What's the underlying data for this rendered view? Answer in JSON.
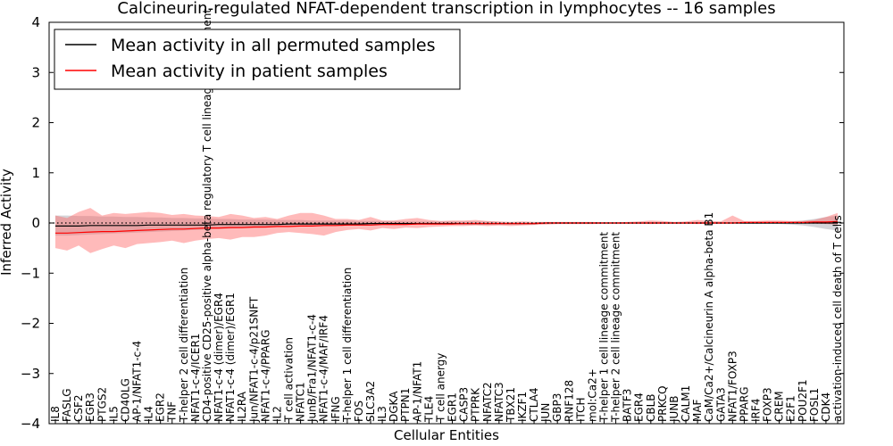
{
  "chart_data": {
    "type": "line",
    "title": "Calcineurin-regulated NFAT-dependent transcription in lymphocytes -- 16 samples",
    "xlabel": "Cellular Entities",
    "ylabel": "Inferred Activity",
    "ylim": [
      -4,
      4
    ],
    "yticks": [
      "−4",
      "−3",
      "−2",
      "−1",
      "0",
      "1",
      "2",
      "3",
      "4"
    ],
    "grid": false,
    "legend_position": "top-left",
    "colors": {
      "permuted": "#000000",
      "patient": "#ff0000",
      "band_patient": "#ff6666",
      "band_permuted": "#a0a0a8"
    },
    "categories": [
      "IL8",
      "FASLG",
      "CSF2",
      "EGR3",
      "PTGS2",
      "IL5",
      "CD40LG",
      "AP-1/NFAT1-c-4",
      "IL4",
      "EGR2",
      "TNF",
      "T-helper 2 cell differentiation",
      "NFAT1-c-4/ICER1",
      "CD4-positive CD25-positive alpha-beta regulatory T cell lineage commitment",
      "NFAT1-c-4 (dimer)/EGR4",
      "NFAT1-c-4 (dimer)/EGR1",
      "IL2RA",
      "Jun/NFAT1-c-4/p21SNFT",
      "NFAT1-c-4/PPARG",
      "IL2",
      "T cell activation",
      "NFATC1",
      "JunB/Fra1/NFAT1-c-4",
      "NFAT1-c-4/MAF/IRF4",
      "IFNG",
      "T-helper 1 cell differentiation",
      "FOS",
      "SLC3A2",
      "IL3",
      "DGKA",
      "PTPN1",
      "AP-1/NFAT1",
      "TLE4",
      "T cell anergy",
      "EGR1",
      "CASP3",
      "PTPRK",
      "NFATC2",
      "NFATC3",
      "TBX21",
      "IKZF1",
      "CTLA4",
      "JUN",
      "GBP3",
      "RNF128",
      "ITCH",
      "mol:Ca2+",
      "T-helper 1 cell lineage commitment",
      "T-helper 2 cell lineage commitment",
      "BATF3",
      "EGR4",
      "CBLB",
      "PRKCQ",
      "JUNB",
      "CALM1",
      "MAF",
      "CaM/Ca2+/Calcineurin A alpha-beta B1",
      "GATA3",
      "NFAT1/FOXP3",
      "PPARG",
      "IRF4",
      "FOXP3",
      "CREM",
      "E2F1",
      "POU2F1",
      "FOSL1",
      "CDK4",
      "activation-induced cell death of T cells"
    ],
    "series": [
      {
        "name": "Mean activity in all permuted samples",
        "values": [
          -0.06,
          -0.06,
          -0.06,
          -0.05,
          -0.05,
          -0.05,
          -0.05,
          -0.05,
          -0.04,
          -0.04,
          -0.04,
          -0.04,
          -0.04,
          -0.04,
          -0.03,
          -0.03,
          -0.03,
          -0.03,
          -0.03,
          -0.03,
          -0.02,
          -0.02,
          -0.02,
          -0.02,
          -0.02,
          -0.02,
          -0.02,
          -0.01,
          -0.01,
          -0.01,
          -0.01,
          -0.01,
          -0.01,
          -0.01,
          -0.01,
          -0.01,
          -0.01,
          -0.01,
          -0.01,
          -0.01,
          -0.01,
          -0.01,
          0.0,
          0.0,
          0.0,
          0.0,
          0.0,
          0.0,
          0.0,
          0.0,
          0.0,
          0.0,
          0.0,
          0.0,
          0.0,
          0.0,
          0.0,
          0.0,
          0.0,
          0.0,
          0.0,
          0.0,
          0.0,
          0.0,
          0.0,
          0.0,
          0.0,
          0.0
        ],
        "lower": [
          -0.25,
          -0.25,
          -0.24,
          -0.23,
          -0.22,
          -0.21,
          -0.2,
          -0.19,
          -0.18,
          -0.17,
          -0.16,
          -0.15,
          -0.14,
          -0.13,
          -0.12,
          -0.11,
          -0.1,
          -0.1,
          -0.09,
          -0.08,
          -0.07,
          -0.07,
          -0.06,
          -0.06,
          -0.05,
          -0.05,
          -0.05,
          -0.04,
          -0.04,
          -0.04,
          -0.04,
          -0.03,
          -0.03,
          -0.03,
          -0.03,
          -0.03,
          -0.03,
          -0.03,
          -0.02,
          -0.02,
          -0.02,
          -0.02,
          -0.02,
          -0.02,
          -0.02,
          -0.02,
          -0.02,
          -0.02,
          -0.02,
          -0.02,
          -0.02,
          -0.02,
          -0.02,
          -0.02,
          -0.02,
          -0.02,
          -0.02,
          -0.02,
          -0.02,
          -0.02,
          -0.02,
          -0.02,
          -0.02,
          -0.03,
          -0.05,
          -0.08,
          -0.12,
          -0.15
        ],
        "upper": [
          0.15,
          0.15,
          0.14,
          0.14,
          0.13,
          0.13,
          0.12,
          0.12,
          0.11,
          0.11,
          0.1,
          0.1,
          0.09,
          0.09,
          0.08,
          0.08,
          0.07,
          0.07,
          0.07,
          0.06,
          0.06,
          0.06,
          0.05,
          0.05,
          0.05,
          0.05,
          0.04,
          0.04,
          0.04,
          0.04,
          0.03,
          0.03,
          0.03,
          0.03,
          0.03,
          0.03,
          0.03,
          0.03,
          0.02,
          0.02,
          0.02,
          0.02,
          0.02,
          0.02,
          0.02,
          0.02,
          0.02,
          0.02,
          0.02,
          0.02,
          0.02,
          0.02,
          0.02,
          0.02,
          0.02,
          0.02,
          0.02,
          0.02,
          0.02,
          0.02,
          0.02,
          0.02,
          0.02,
          0.03,
          0.05,
          0.08,
          0.12,
          0.15
        ]
      },
      {
        "name": "Mean activity in patient samples",
        "values": [
          -0.2,
          -0.2,
          -0.19,
          -0.18,
          -0.17,
          -0.17,
          -0.16,
          -0.15,
          -0.14,
          -0.13,
          -0.12,
          -0.12,
          -0.11,
          -0.1,
          -0.1,
          -0.09,
          -0.09,
          -0.08,
          -0.08,
          -0.07,
          -0.07,
          -0.06,
          -0.06,
          -0.05,
          -0.05,
          -0.04,
          -0.04,
          -0.04,
          -0.03,
          -0.03,
          -0.03,
          -0.02,
          -0.02,
          -0.02,
          -0.02,
          -0.01,
          -0.01,
          -0.01,
          -0.01,
          -0.01,
          -0.01,
          -0.01,
          0.0,
          0.0,
          0.0,
          0.0,
          0.0,
          0.0,
          0.0,
          0.0,
          0.0,
          0.0,
          0.0,
          0.0,
          0.0,
          0.0,
          0.0,
          0.0,
          0.0,
          0.01,
          0.01,
          0.01,
          0.01,
          0.01,
          0.01,
          0.02,
          0.02,
          0.03
        ],
        "lower": [
          -0.5,
          -0.55,
          -0.45,
          -0.6,
          -0.52,
          -0.45,
          -0.5,
          -0.42,
          -0.4,
          -0.38,
          -0.35,
          -0.4,
          -0.35,
          -0.32,
          -0.3,
          -0.33,
          -0.28,
          -0.28,
          -0.25,
          -0.2,
          -0.18,
          -0.2,
          -0.22,
          -0.25,
          -0.18,
          -0.14,
          -0.12,
          -0.15,
          -0.1,
          -0.12,
          -0.09,
          -0.1,
          -0.08,
          -0.07,
          -0.06,
          -0.06,
          -0.05,
          -0.06,
          -0.05,
          -0.06,
          -0.05,
          -0.04,
          -0.03,
          -0.02,
          -0.02,
          -0.02,
          -0.02,
          -0.01,
          -0.01,
          -0.01,
          -0.01,
          -0.02,
          -0.01,
          -0.01,
          -0.01,
          -0.02,
          -0.01,
          -0.01,
          -0.01,
          -0.01,
          -0.01,
          -0.01,
          -0.01,
          -0.01,
          -0.01,
          -0.01,
          -0.02,
          -0.03
        ],
        "upper": [
          0.15,
          0.1,
          0.22,
          0.3,
          0.15,
          0.2,
          0.18,
          0.2,
          0.22,
          0.2,
          0.16,
          0.18,
          0.15,
          0.14,
          0.12,
          0.18,
          0.15,
          0.1,
          0.12,
          0.08,
          0.15,
          0.2,
          0.2,
          0.15,
          0.08,
          0.08,
          0.06,
          0.12,
          0.05,
          0.05,
          0.08,
          0.1,
          0.06,
          0.04,
          0.05,
          0.05,
          0.06,
          0.04,
          0.03,
          0.02,
          0.03,
          0.02,
          0.02,
          0.02,
          0.02,
          0.02,
          0.02,
          0.01,
          0.01,
          0.02,
          0.03,
          0.05,
          0.04,
          0.02,
          0.03,
          0.06,
          0.04,
          0.03,
          0.15,
          0.04,
          0.04,
          0.05,
          0.05,
          0.04,
          0.04,
          0.06,
          0.12,
          0.2
        ]
      }
    ]
  }
}
